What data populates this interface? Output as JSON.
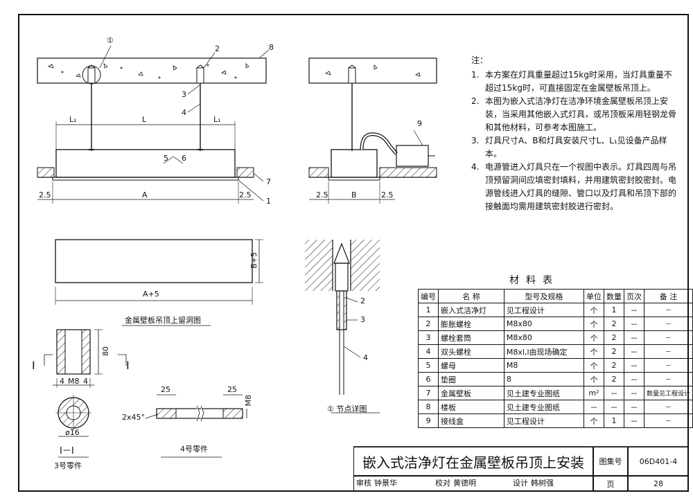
{
  "notes": {
    "heading": "注：",
    "items": [
      {
        "num": "1.",
        "text": "本方案在灯具重量超过15kg时采用，当灯具重量不超过15kg时，可直接固定在金属壁板吊顶上。"
      },
      {
        "num": "2.",
        "text": "本图为嵌入式洁净灯在洁净环境金属壁板吊顶上安装，当采用其他嵌入式灯具，或吊顶板采用轻钢龙骨和其他材料，可参考本图施工。"
      },
      {
        "num": "3.",
        "text": "灯具尺寸A、B和灯具安装尺寸L、L₁见设备产品样本。"
      },
      {
        "num": "4.",
        "text": "电源管进入灯具只在一个视图中表示。灯具四周与吊顶预留洞间应填密封填料，并用建筑密封胶密封。电源管线进入灯具的缝隙、管口以及灯具和吊顶下部的接触面均需用建筑密封胶进行密封。"
      }
    ]
  },
  "labels": {
    "c1": "①",
    "n2": "2",
    "n8": "8",
    "n3": "3",
    "n4": "4",
    "n5": "5",
    "n6": "6",
    "n7": "7",
    "n1": "1",
    "n9": "9",
    "L1a": "L₁",
    "L": "L",
    "L1b": "L₁",
    "A": "A",
    "B": "B",
    "d25a": "2.5",
    "d25b": "2.5",
    "d25c": "2.5",
    "d25d": "2.5",
    "Bplus5": "B+5",
    "Aplus5": "A+5",
    "hole_caption": "金属壁板吊顶上留洞图",
    "d4a": "4",
    "dM8": "M8",
    "d4b": "4",
    "d80": "80",
    "I_left": "I",
    "I_right": "I",
    "d16": "ø16",
    "sec": "I－I",
    "part3": "3号零件",
    "d25e": "25",
    "d25f": "25",
    "dM8b": "M8",
    "chamfer": "2x45°",
    "part4": "4号零件",
    "node": "① 节点详图",
    "nd2": "2",
    "nd3": "3",
    "nd4": "4"
  },
  "materials": {
    "title": "材料表",
    "headers": [
      "编号",
      "名 称",
      "型号及规格",
      "单位",
      "数量",
      "页次",
      "备 注"
    ],
    "rows": [
      [
        "1",
        "嵌入式洁净灯",
        "见工程设计",
        "个",
        "1",
        "－",
        "－"
      ],
      [
        "2",
        "膨胀螺栓",
        "M8x80",
        "个",
        "2",
        "－",
        "－"
      ],
      [
        "3",
        "螺栓套筒",
        "M8x80",
        "个",
        "2",
        "－",
        "－"
      ],
      [
        "4",
        "双头螺栓",
        "M8xl,l由现场确定",
        "个",
        "2",
        "－",
        "－"
      ],
      [
        "5",
        "螺母",
        "M8",
        "个",
        "2",
        "－",
        "－"
      ],
      [
        "6",
        "垫圈",
        "8",
        "个",
        "2",
        "－",
        "－"
      ],
      [
        "7",
        "金属壁板",
        "见土建专业图纸",
        "m²",
        "－",
        "－",
        "数量见工程设计"
      ],
      [
        "8",
        "楼板",
        "见土建专业图纸",
        "－",
        "－",
        "－",
        "－"
      ],
      [
        "9",
        "接线盒",
        "见工程设计",
        "个",
        "1",
        "－",
        "－"
      ]
    ]
  },
  "titleblock": {
    "title": "嵌入式洁净灯在金属壁板吊顶上安装",
    "atlas_label": "图集号",
    "atlas": "06D401-4",
    "page_label": "页",
    "page": "28",
    "review": "审核",
    "reviewer": "钟景华",
    "check": "校对",
    "checker": "黄德明",
    "design": "设计",
    "designer": "韩树强"
  }
}
